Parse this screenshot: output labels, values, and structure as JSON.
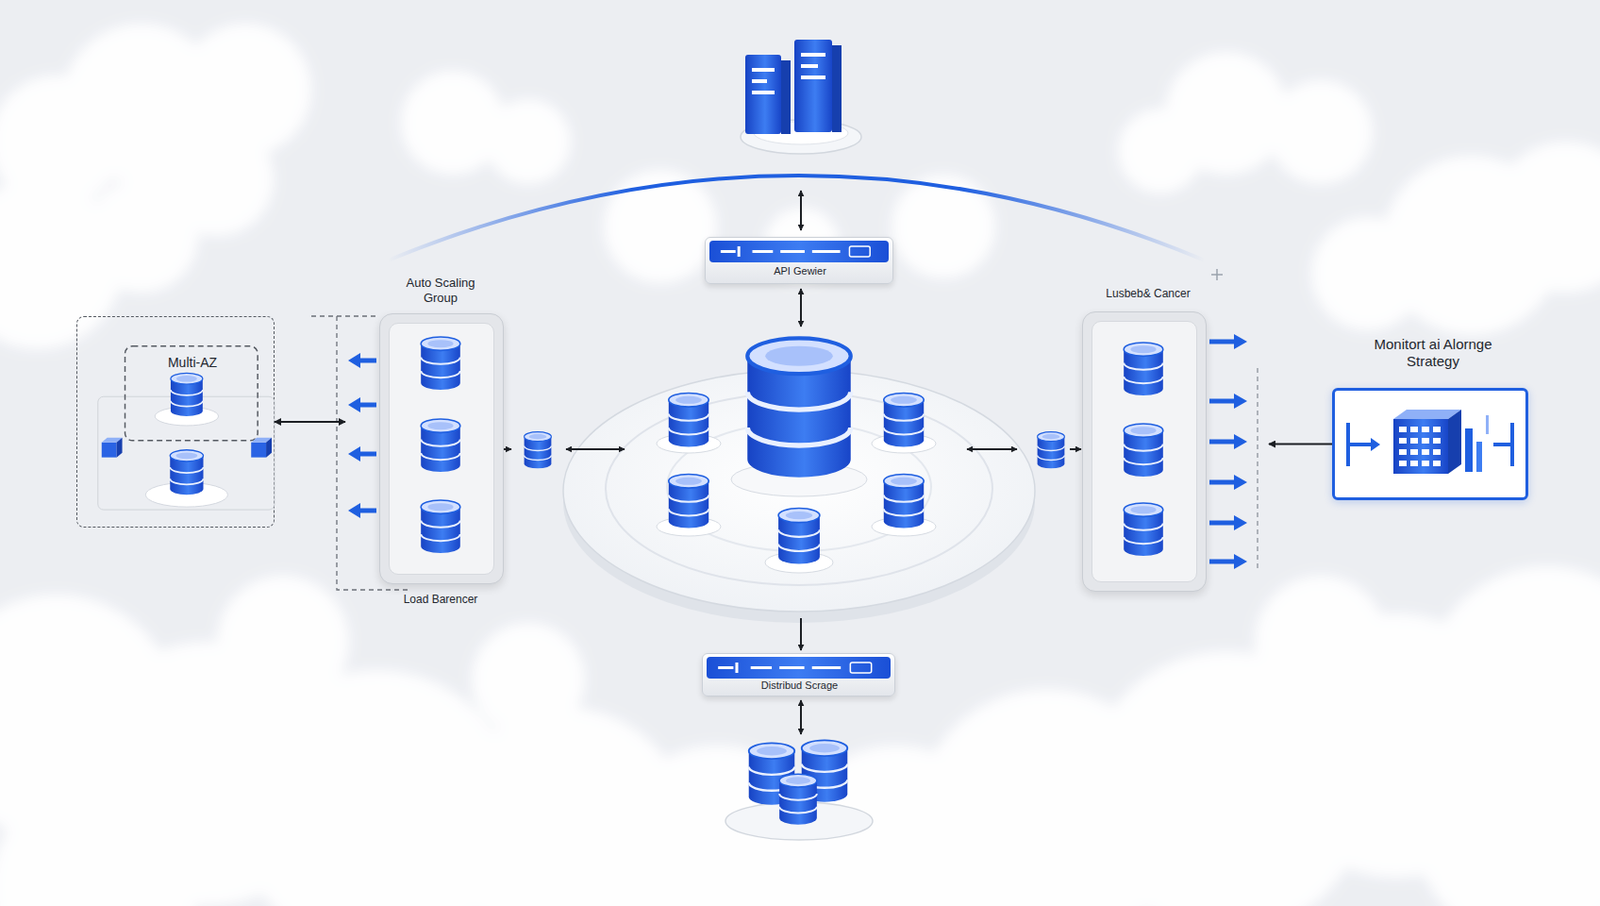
{
  "diagram": {
    "nodes": [
      {
        "text": [
          "API Gewier"
        ]
      },
      {
        "text": [
          "Multi-AZ"
        ]
      },
      {
        "text": [
          "Auto Scaling Group",
          "Load Barencer"
        ]
      },
      {
        "text": [
          "Lusbeb& Cancer"
        ]
      },
      {
        "text": [
          "Monitort ai Alornge Strategy"
        ]
      },
      {
        "text": [
          "Distribud Scrage"
        ]
      }
    ],
    "edges": [
      {
        "from": 1,
        "to": 2,
        "arrow": "both"
      },
      {
        "from": 4,
        "to": 3,
        "arrow": "to"
      }
    ]
  }
}
